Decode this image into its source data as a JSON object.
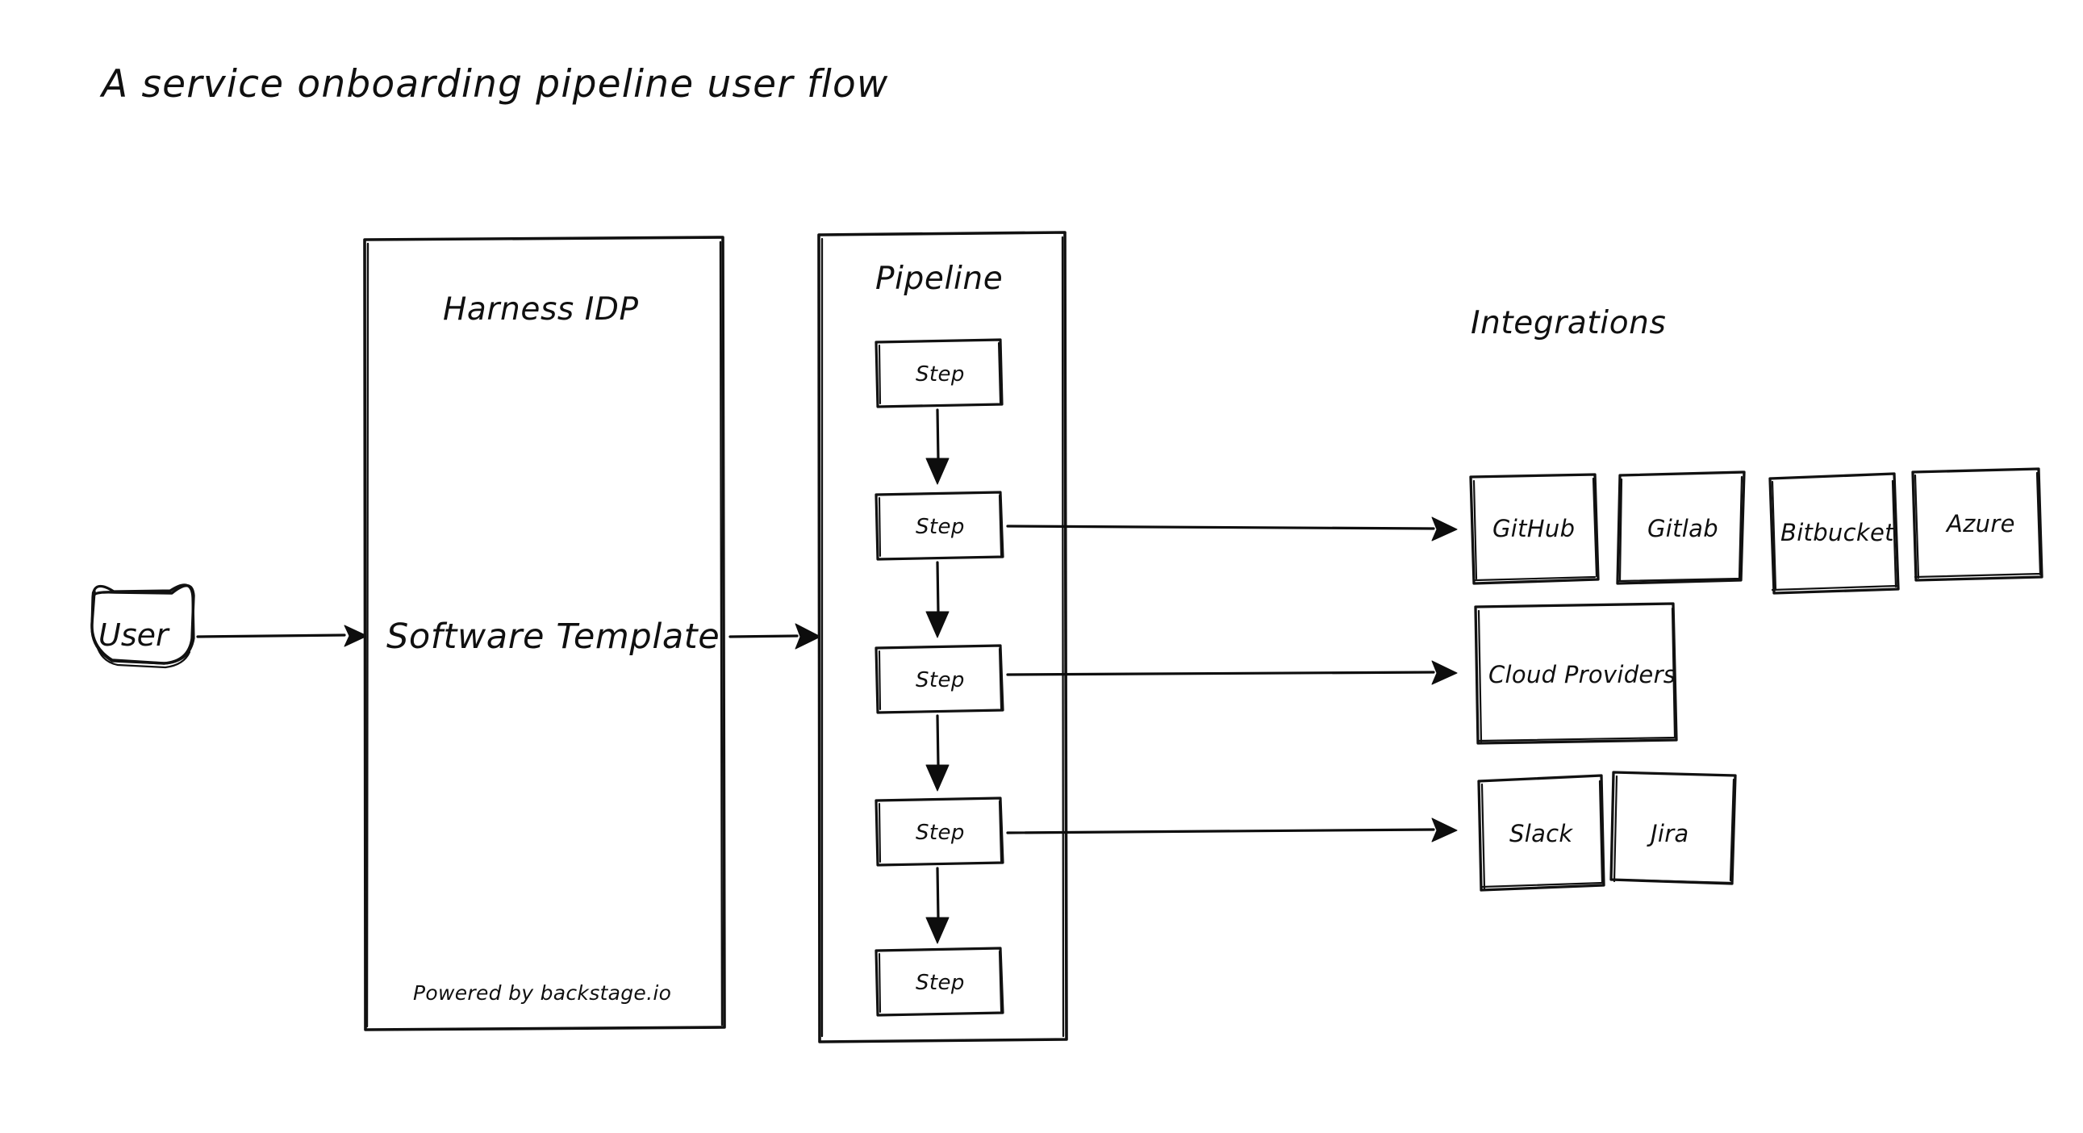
{
  "page": {
    "title": "A service onboarding pipeline user flow",
    "background_color": "#ffffff",
    "ink_color": "#111111",
    "style": "hand-drawn sketch"
  },
  "actors": {
    "user": {
      "label": "User"
    }
  },
  "containers": {
    "idp": {
      "title": "Harness IDP",
      "body_label": "Software Template",
      "footer_label": "Powered by backstage.io"
    },
    "pipeline": {
      "title": "Pipeline",
      "steps": [
        {
          "label": "Step"
        },
        {
          "label": "Step"
        },
        {
          "label": "Step"
        },
        {
          "label": "Step"
        },
        {
          "label": "Step"
        }
      ]
    }
  },
  "integrations": {
    "heading": "Integrations",
    "rows": [
      {
        "row_name": "scm-row",
        "items": [
          {
            "label": "GitHub"
          },
          {
            "label": "Gitlab"
          },
          {
            "label": "Bitbucket"
          },
          {
            "label": "Azure"
          }
        ]
      },
      {
        "row_name": "cloud-row",
        "items": [
          {
            "label": "Cloud Providers"
          }
        ]
      },
      {
        "row_name": "collab-row",
        "items": [
          {
            "label": "Slack"
          },
          {
            "label": "Jira"
          }
        ]
      }
    ]
  },
  "connections": [
    {
      "name": "user-to-idp",
      "from": "User",
      "to": "Harness IDP"
    },
    {
      "name": "idp-to-pipeline",
      "from": "Software Template",
      "to": "Pipeline"
    },
    {
      "name": "step1-to-step2",
      "from": "Step 1",
      "to": "Step 2"
    },
    {
      "name": "step2-to-step3",
      "from": "Step 2",
      "to": "Step 3"
    },
    {
      "name": "step3-to-step4",
      "from": "Step 3",
      "to": "Step 4"
    },
    {
      "name": "step4-to-step5",
      "from": "Step 4",
      "to": "Step 5"
    },
    {
      "name": "step2-to-scm",
      "from": "Step 2",
      "to": "GitHub"
    },
    {
      "name": "step3-to-cloud",
      "from": "Step 3",
      "to": "Cloud Providers"
    },
    {
      "name": "step4-to-collab",
      "from": "Step 4",
      "to": "Slack"
    }
  ]
}
